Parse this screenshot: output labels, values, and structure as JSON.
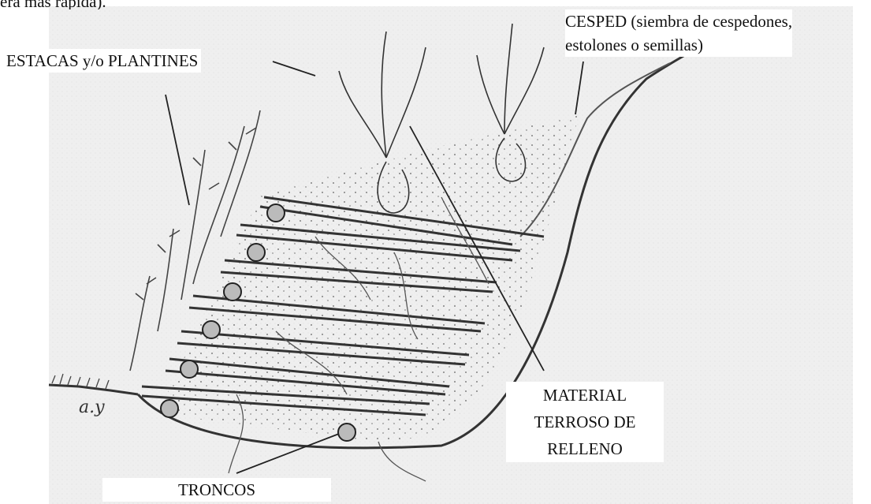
{
  "diagram": {
    "top_fragment": "era más rápida).",
    "labels": {
      "cesped_line1": "CESPED (siembra de cespedones,",
      "cesped_line2": "estolones o semillas)",
      "estacas": "ESTACAS y/o PLANTINES",
      "material_line1": "MATERIAL",
      "material_line2": "TERROSO DE",
      "material_line3": "RELLENO",
      "troncos": "TRONCOS",
      "signature": "a.y"
    }
  }
}
